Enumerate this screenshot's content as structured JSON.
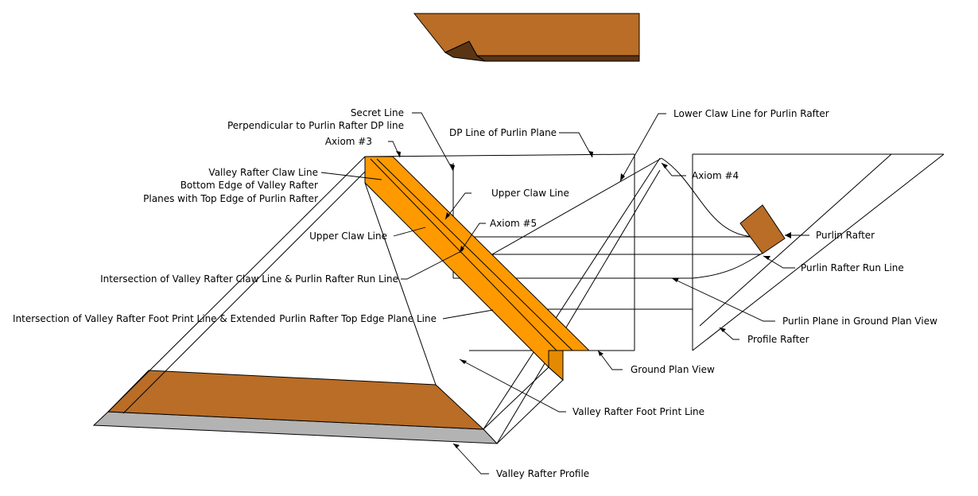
{
  "labels": {
    "secret_line": "Secret Line",
    "perpendicular": "Perpendicular to Purlin Rafter DP line",
    "axiom3": "Axiom #3",
    "valley_claw_line": "Valley Rafter Claw Line",
    "bottom_edge": "Bottom Edge of Valley Rafter",
    "planes_top_edge": "Planes with Top Edge of Purlin Rafter",
    "upper_claw_left": "Upper Claw Line",
    "intersection_claw_run": "Intersection of Valley Rafter Claw Line & Purlin Rafter Run Line",
    "intersection_footprint": "Intersection of Valley Rafter Foot Print Line & Extended",
    "purlin_top_edge_plane": "Purlin Rafter Top Edge Plane Line",
    "dp_line": "DP Line of Purlin Plane",
    "lower_claw": "Lower Claw Line for Purlin Rafter",
    "axiom4": "Axiom #4",
    "upper_claw_right": "Upper Claw Line",
    "axiom5": "Axiom #5",
    "purlin_rafter": "Purlin Rafter",
    "purlin_run_line": "Purlin Rafter Run Line",
    "purlin_plane_ground": "Purlin Plane in Ground Plan View",
    "profile_rafter": "Profile Rafter",
    "ground_plan_view": "Ground Plan View",
    "valley_footprint": "Valley Rafter Foot Print Line",
    "valley_profile": "Valley Rafter Profile"
  },
  "colors": {
    "wood": "#b96d26",
    "valley_rafter": "#ff9900",
    "wall_grey": "#b3b3b3"
  }
}
